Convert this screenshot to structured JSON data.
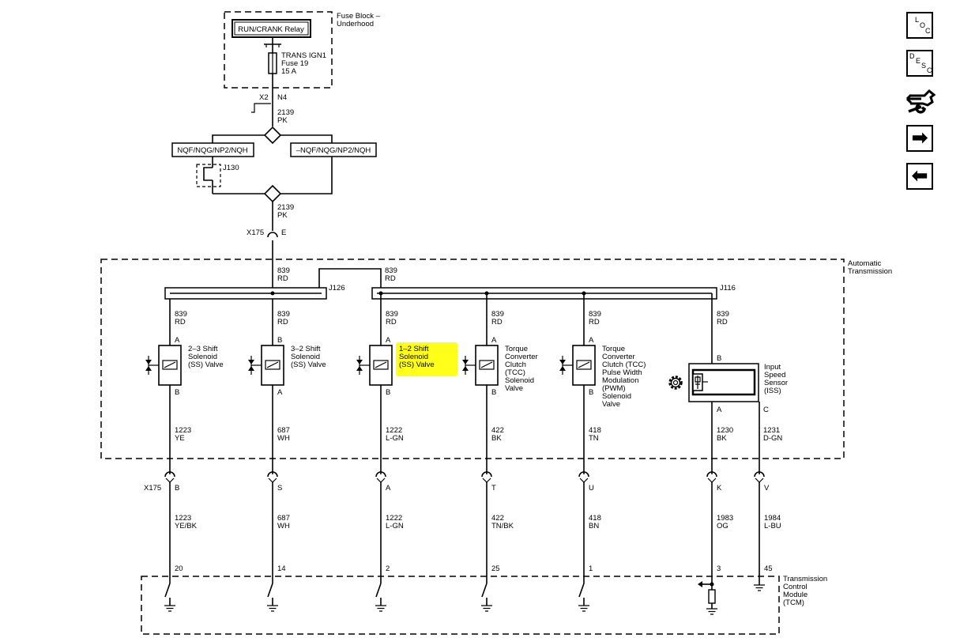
{
  "fuse_block": {
    "title_line1": "Fuse Block –",
    "title_line2": "Underhood",
    "relay_label": "RUN/CRANK Relay",
    "fuse_line1": "TRANS IGN1",
    "fuse_line2": "Fuse 19",
    "fuse_line3": "15 A",
    "pin_x2": "X2",
    "pin_n4": "N4"
  },
  "feed": {
    "circuit1_num": "2139",
    "circuit1_color": "PK",
    "option_left": "NQF/NQG/NP2/NQH",
    "option_right": "–NQF/NQG/NP2/NQH",
    "splice_j130": "J130",
    "circuit2_num": "2139",
    "circuit2_color": "PK",
    "connector_x175": "X175",
    "connector_pin_e": "E"
  },
  "transmission": {
    "module_line1": "Automatic",
    "module_line2": "Transmission",
    "feed_left_num": "839",
    "feed_left_color": "RD",
    "feed_right_num": "839",
    "feed_right_color": "RD",
    "splice_j126": "J126",
    "splice_j116": "J116",
    "components": [
      {
        "wire_top_num": "839",
        "wire_top_color": "RD",
        "pin_top": "A",
        "pin_bottom": "B",
        "label": [
          "2–3 Shift",
          "Solenoid",
          "(SS) Valve"
        ],
        "wire_bot_num": "1223",
        "wire_bot_color": "YE"
      },
      {
        "wire_top_num": "839",
        "wire_top_color": "RD",
        "pin_top": "B",
        "pin_bottom": "A",
        "label": [
          "3–2 Shift",
          "Solenoid",
          "(SS) Valve"
        ],
        "wire_bot_num": "687",
        "wire_bot_color": "WH"
      },
      {
        "wire_top_num": "839",
        "wire_top_color": "RD",
        "pin_top": "A",
        "pin_bottom": "B",
        "label": [
          "1–2 Shift",
          "Solenoid",
          "(SS) Valve"
        ],
        "wire_bot_num": "1222",
        "wire_bot_color": "L-GN"
      },
      {
        "wire_top_num": "839",
        "wire_top_color": "RD",
        "pin_top": "A",
        "pin_bottom": "B",
        "label": [
          "Torque",
          "Converter",
          "Clutch",
          "(TCC)",
          "Solenoid",
          "Valve"
        ],
        "wire_bot_num": "422",
        "wire_bot_color": "BK"
      },
      {
        "wire_top_num": "839",
        "wire_top_color": "RD",
        "pin_top": "A",
        "pin_bottom": "B",
        "label": [
          "Torque",
          "Converter",
          "Clutch (TCC)",
          "Pulse Width",
          "Modulation",
          "(PWM)",
          "Solenoid",
          "Valve"
        ],
        "wire_bot_num": "418",
        "wire_bot_color": "TN"
      }
    ],
    "iss": {
      "wire_top_num": "839",
      "wire_top_color": "RD",
      "pin_top": "B",
      "label": [
        "Input",
        "Speed",
        "Sensor",
        "(ISS)"
      ],
      "pin_a": "A",
      "pin_c": "C",
      "wire_a_num": "1230",
      "wire_a_color": "BK",
      "wire_c_num": "1231",
      "wire_c_color": "D-GN"
    }
  },
  "connector": {
    "name": "X175",
    "pins": [
      "B",
      "S",
      "A",
      "T",
      "U",
      "K",
      "V"
    ]
  },
  "harness_wires": [
    {
      "num": "1223",
      "color": "YE/BK"
    },
    {
      "num": "687",
      "color": "WH"
    },
    {
      "num": "1222",
      "color": "L-GN"
    },
    {
      "num": "422",
      "color": "TN/BK"
    },
    {
      "num": "418",
      "color": "BN"
    },
    {
      "num": "1983",
      "color": "OG"
    },
    {
      "num": "1984",
      "color": "L-BU"
    }
  ],
  "tcm": {
    "label": [
      "Transmission",
      "Control",
      "Module",
      "(TCM)"
    ],
    "pins": [
      "20",
      "14",
      "2",
      "25",
      "1",
      "3",
      "45"
    ]
  },
  "nav": {
    "loc_letters": [
      "L",
      "O",
      "C"
    ],
    "desc_letters": [
      "D",
      "E",
      "S",
      "C"
    ],
    "next_glyph": "➡",
    "prev_glyph": "⬅"
  },
  "colors": {
    "highlight": "#ffff1a",
    "line": "#000000"
  }
}
